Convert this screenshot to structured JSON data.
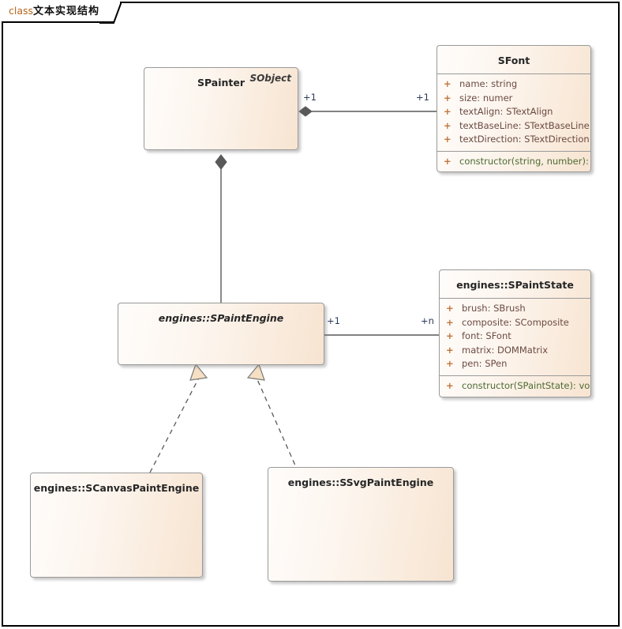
{
  "frame": {
    "keyword": "class",
    "name": "文本实现结构"
  },
  "classes": {
    "spainter": {
      "name": "SPainter",
      "stereotype": "SObject",
      "abstract": false,
      "attributes": [],
      "methods": []
    },
    "sfont": {
      "name": "SFont",
      "abstract": false,
      "attributes": [
        {
          "vis": "+",
          "text": "name: string"
        },
        {
          "vis": "+",
          "text": "size: numer"
        },
        {
          "vis": "+",
          "text": "textAlign: STextAlign"
        },
        {
          "vis": "+",
          "text": "textBaseLine: STextBaseLine"
        },
        {
          "vis": "+",
          "text": "textDirection: STextDirection"
        }
      ],
      "methods": [
        {
          "vis": "+",
          "text": "constructor(string, number): void"
        }
      ]
    },
    "spaintengine": {
      "name": "engines::SPaintEngine",
      "abstract": true,
      "attributes": [],
      "methods": []
    },
    "spaintstate": {
      "name": "engines::SPaintState",
      "abstract": false,
      "attributes": [
        {
          "vis": "+",
          "text": "brush: SBrush"
        },
        {
          "vis": "+",
          "text": "composite: SComposite"
        },
        {
          "vis": "+",
          "text": "font: SFont"
        },
        {
          "vis": "+",
          "text": "matrix: DOMMatrix"
        },
        {
          "vis": "+",
          "text": "pen: SPen"
        }
      ],
      "methods": [
        {
          "vis": "+",
          "text": "constructor(SPaintState): void"
        }
      ]
    },
    "scanvaspaintengine": {
      "name": "engines::SCanvasPaintEngine",
      "abstract": false,
      "attributes": [],
      "methods": []
    },
    "ssvgpaintengine": {
      "name": "engines::SSvgPaintEngine",
      "abstract": false,
      "attributes": [],
      "methods": []
    }
  },
  "relations": {
    "painter_font": {
      "type": "composition",
      "source_mult": "+1",
      "target_mult": "+1"
    },
    "painter_engine": {
      "type": "composition",
      "source_mult": "",
      "target_mult": ""
    },
    "engine_state": {
      "type": "association",
      "source_mult": "+1",
      "target_mult": "+n"
    },
    "canvas_realization": {
      "type": "realization"
    },
    "svg_realization": {
      "type": "realization"
    }
  },
  "colors": {
    "box_fill_light": "#fefcfa",
    "box_fill_dark": "#f7e4d1",
    "box_border": "#9a9a9a",
    "attr_text": "#6b4a42",
    "method_text": "#4d6b33",
    "visibility": "#c0743a",
    "link": "#595959",
    "arrow_fill": "#f6dfc2",
    "frame_border": "#000000",
    "keyword": "#b4651b"
  }
}
